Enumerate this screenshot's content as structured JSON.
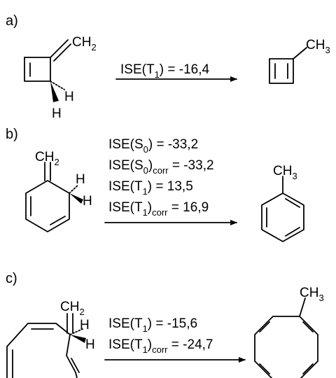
{
  "panels": [
    {
      "label": "a)",
      "reactant": {
        "substituent": {
          "base": "CH",
          "sub": "2"
        },
        "hydrogens": [
          "H",
          "H"
        ]
      },
      "conditions": [
        {
          "base": "ISE(T",
          "sub": "1",
          "suffix": ") = -16,4"
        }
      ],
      "product": {
        "substituent": {
          "base": "CH",
          "sub": "3"
        }
      }
    },
    {
      "label": "b)",
      "reactant": {
        "substituent": {
          "base": "CH",
          "sub": "2"
        },
        "hydrogens": [
          "H",
          "H"
        ]
      },
      "conditions": [
        {
          "base": "ISE(S",
          "sub": "0",
          "suffix": ") = -33,2"
        },
        {
          "base": "ISE(S",
          "sub": "0",
          "suffix": ")",
          "sub2": "corr",
          "tail": " = -33,2"
        },
        {
          "base": "ISE(T",
          "sub": "1",
          "suffix": ") = 13,5"
        },
        {
          "base": "ISE(T",
          "sub": "1",
          "suffix": ")",
          "sub2": "corr",
          "tail": " = 16,9"
        }
      ],
      "product": {
        "substituent": {
          "base": "CH",
          "sub": "3"
        }
      }
    },
    {
      "label": "c)",
      "reactant": {
        "substituent": {
          "base": "CH",
          "sub": "2"
        },
        "hydrogens": [
          "H",
          "H"
        ]
      },
      "conditions": [
        {
          "base": "ISE(T",
          "sub": "1",
          "suffix": ") = -15,6"
        },
        {
          "base": "ISE(T",
          "sub": "1",
          "suffix": ")",
          "sub2": "corr",
          "tail": " = -24,7"
        }
      ],
      "product": {
        "substituent": {
          "base": "CH",
          "sub": "3"
        }
      }
    }
  ]
}
